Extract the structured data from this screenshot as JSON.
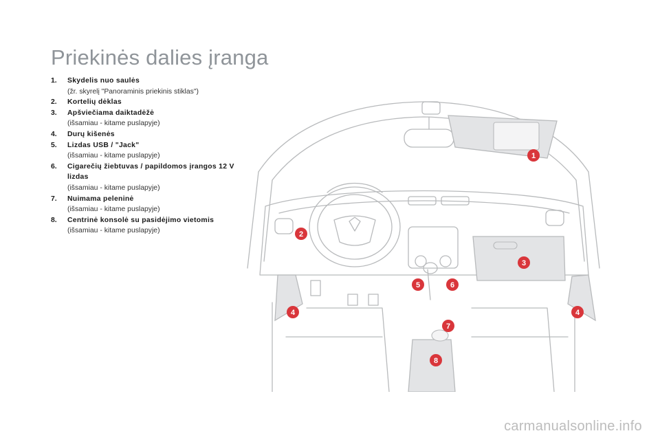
{
  "page": {
    "title": "Priekinės dalies įranga",
    "watermark": "carmanualsonline.info"
  },
  "legend": [
    {
      "num": "1.",
      "title": "Skydelis nuo saulės",
      "note": "(žr. skyrelį \"Panoraminis priekinis stiklas\")"
    },
    {
      "num": "2.",
      "title": "Kortelių dėklas",
      "note": ""
    },
    {
      "num": "3.",
      "title": "Apšviečiama daiktadėžė",
      "note": "(išsamiau - kitame puslapyje)"
    },
    {
      "num": "4.",
      "title": "Durų kišenės",
      "note": ""
    },
    {
      "num": "5.",
      "title": "Lizdas USB / \"Jack\"",
      "note": "(išsamiau - kitame puslapyje)"
    },
    {
      "num": "6.",
      "title": "Cigarečių žiebtuvas / papildomos įrangos 12 V lizdas",
      "note": "(išsamiau - kitame puslapyje)"
    },
    {
      "num": "7.",
      "title": "Nuimama peleninė",
      "note": "(išsamiau - kitame puslapyje)"
    },
    {
      "num": "8.",
      "title": "Centrinė konsolė su pasidėjimo vietomis",
      "note": "(išsamiau - kitame puslapyje)"
    }
  ],
  "markers": [
    "1",
    "2",
    "3",
    "4",
    "4",
    "5",
    "6",
    "7",
    "8"
  ],
  "colors": {
    "marker": "#d9363b",
    "outline": "#b8babc",
    "highlight": "#e3e4e6"
  }
}
